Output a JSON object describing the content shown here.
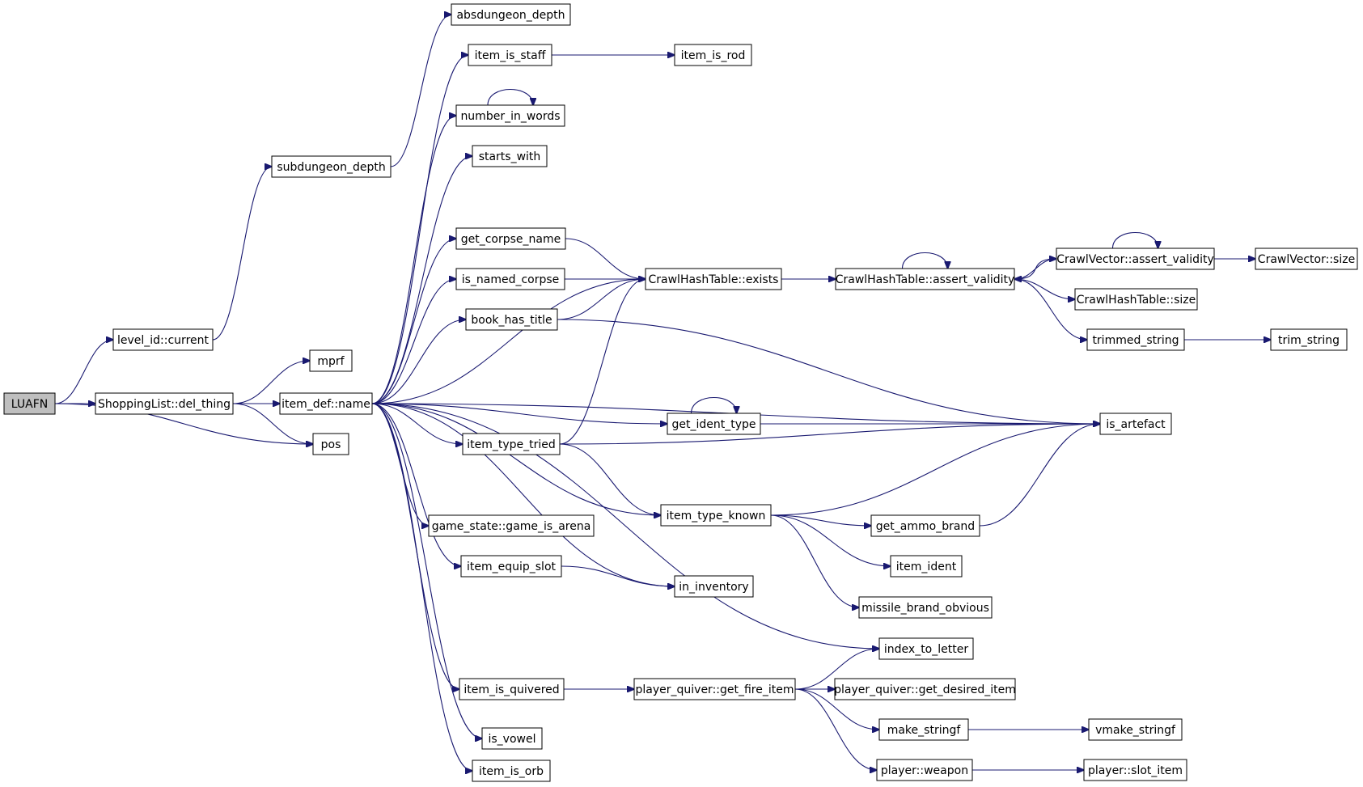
{
  "colors": {
    "edge": "#191970",
    "root_fill": "#bfbfbf",
    "node_fill": "#ffffff",
    "node_border": "#000000"
  },
  "nodes": [
    {
      "id": "luafn",
      "label": "LUAFN",
      "root": true
    },
    {
      "id": "level_id_current",
      "label": "level_id::current"
    },
    {
      "id": "shoppinglist_del_thing",
      "label": "ShoppingList::del_thing"
    },
    {
      "id": "subdungeon_depth",
      "label": "subdungeon_depth"
    },
    {
      "id": "absdungeon_depth",
      "label": "absdungeon_depth"
    },
    {
      "id": "mprf",
      "label": "mprf"
    },
    {
      "id": "item_def_name",
      "label": "item_def::name"
    },
    {
      "id": "pos",
      "label": "pos"
    },
    {
      "id": "item_is_staff",
      "label": "item_is_staff"
    },
    {
      "id": "item_is_rod",
      "label": "item_is_rod"
    },
    {
      "id": "number_in_words",
      "label": "number_in_words"
    },
    {
      "id": "starts_with",
      "label": "starts_with"
    },
    {
      "id": "get_corpse_name",
      "label": "get_corpse_name"
    },
    {
      "id": "is_named_corpse",
      "label": "is_named_corpse"
    },
    {
      "id": "book_has_title",
      "label": "book_has_title"
    },
    {
      "id": "crawlhashtable_exists",
      "label": "CrawlHashTable::exists"
    },
    {
      "id": "crawlhashtable_assert_validity",
      "label": "CrawlHashTable::assert_validity"
    },
    {
      "id": "crawlvector_assert_validity",
      "label": "CrawlVector::assert_validity"
    },
    {
      "id": "crawlvector_size",
      "label": "CrawlVector::size"
    },
    {
      "id": "crawlhashtable_size",
      "label": "CrawlHashTable::size"
    },
    {
      "id": "trimmed_string",
      "label": "trimmed_string"
    },
    {
      "id": "trim_string",
      "label": "trim_string"
    },
    {
      "id": "is_artefact",
      "label": "is_artefact"
    },
    {
      "id": "get_ident_type",
      "label": "get_ident_type"
    },
    {
      "id": "item_type_tried",
      "label": "item_type_tried"
    },
    {
      "id": "item_type_known",
      "label": "item_type_known"
    },
    {
      "id": "game_state_game_is_arena",
      "label": "game_state::game_is_arena"
    },
    {
      "id": "get_ammo_brand",
      "label": "get_ammo_brand"
    },
    {
      "id": "item_ident",
      "label": "item_ident"
    },
    {
      "id": "item_equip_slot",
      "label": "item_equip_slot"
    },
    {
      "id": "in_inventory",
      "label": "in_inventory"
    },
    {
      "id": "missile_brand_obvious",
      "label": "missile_brand_obvious"
    },
    {
      "id": "index_to_letter",
      "label": "index_to_letter"
    },
    {
      "id": "item_is_quivered",
      "label": "item_is_quivered"
    },
    {
      "id": "player_quiver_get_fire_item",
      "label": "player_quiver::get_fire_item"
    },
    {
      "id": "player_quiver_get_desired_item",
      "label": "player_quiver::get_desired_item"
    },
    {
      "id": "make_stringf",
      "label": "make_stringf"
    },
    {
      "id": "vmake_stringf",
      "label": "vmake_stringf"
    },
    {
      "id": "is_vowel",
      "label": "is_vowel"
    },
    {
      "id": "player_weapon",
      "label": "player::weapon"
    },
    {
      "id": "player_slot_item",
      "label": "player::slot_item"
    },
    {
      "id": "item_is_orb",
      "label": "item_is_orb"
    }
  ]
}
